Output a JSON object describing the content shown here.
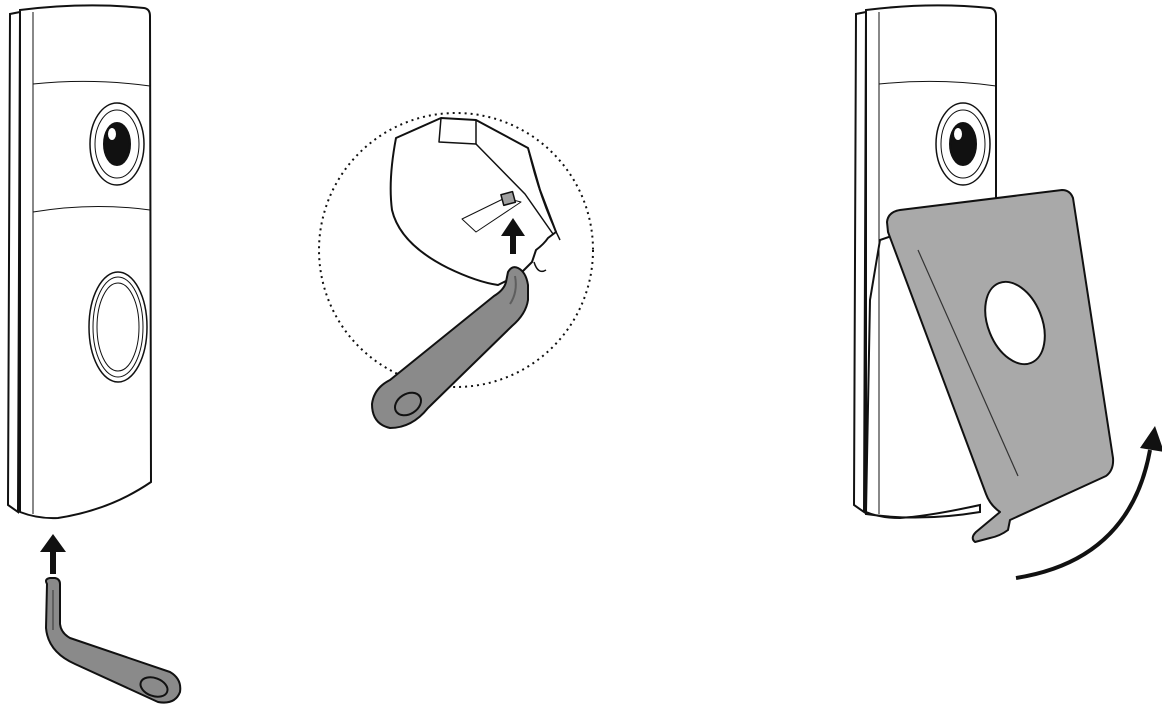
{
  "figure": {
    "panels": [
      {
        "id": "step-insert-tool",
        "depicts": "doorbell-front-view"
      },
      {
        "id": "step-detail-zoom",
        "depicts": "release-tab-closeup"
      },
      {
        "id": "step-lift-faceplate",
        "depicts": "faceplate-removal"
      }
    ],
    "colors": {
      "outline": "#111111",
      "device_body": "#ffffff",
      "tool_fill": "#8a8a8a",
      "faceplate_fill": "#a9a9a9",
      "arrow": "#111111"
    },
    "icons": [
      "up-arrow-icon",
      "curved-arrow-icon",
      "release-tool-icon"
    ]
  }
}
